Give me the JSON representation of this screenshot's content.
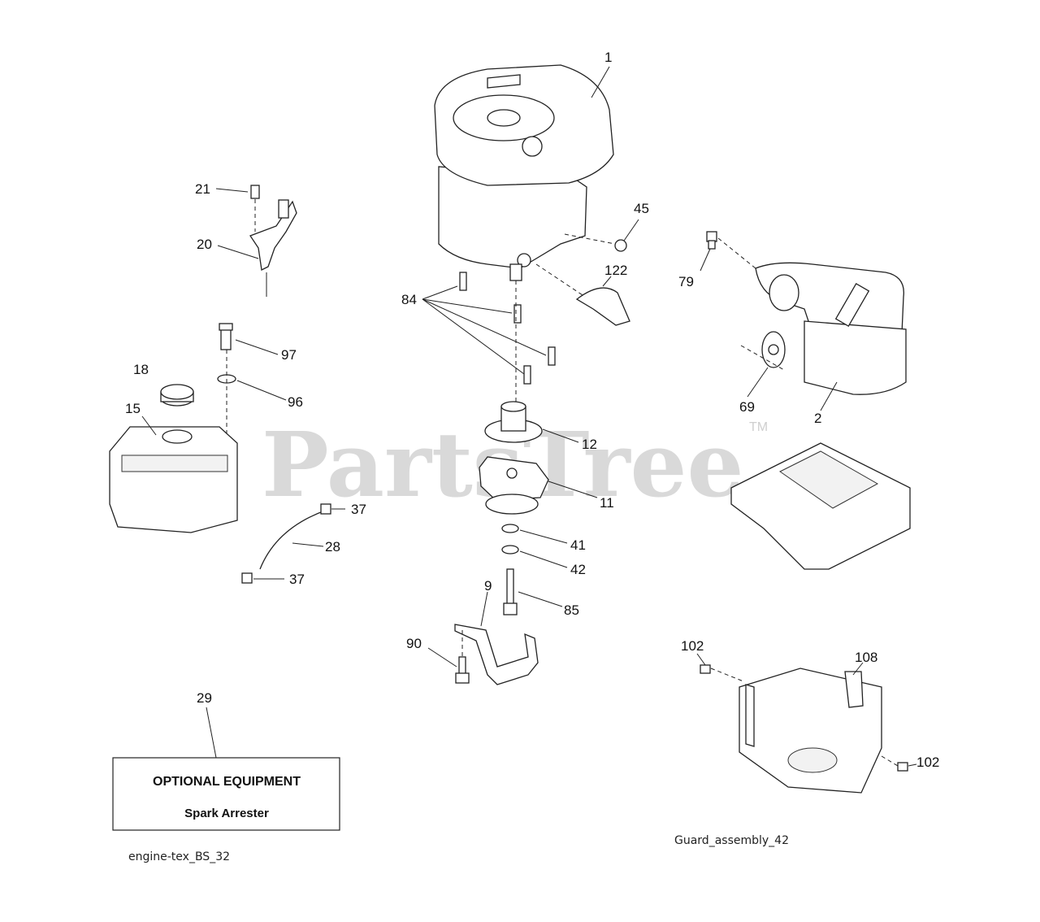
{
  "watermark": {
    "text": "PartsTree",
    "tm": "TM"
  },
  "callouts": {
    "c1": "1",
    "c2": "2",
    "c9": "9",
    "c11": "11",
    "c12": "12",
    "c15": "15",
    "c18": "18",
    "c20": "20",
    "c21": "21",
    "c28": "28",
    "c29": "29",
    "c37a": "37",
    "c37b": "37",
    "c41": "41",
    "c42": "42",
    "c45": "45",
    "c69": "69",
    "c79": "79",
    "c84": "84",
    "c85": "85",
    "c90": "90",
    "c96": "96",
    "c97": "97",
    "c102a": "102",
    "c102b": "102",
    "c108": "108",
    "c122": "122"
  },
  "optional_box": {
    "title": "OPTIONAL EQUIPMENT",
    "subtitle": "Spark Arrester"
  },
  "diagram_refs": {
    "left": "engine-tex_BS_32",
    "right": "Guard_assembly_42"
  }
}
